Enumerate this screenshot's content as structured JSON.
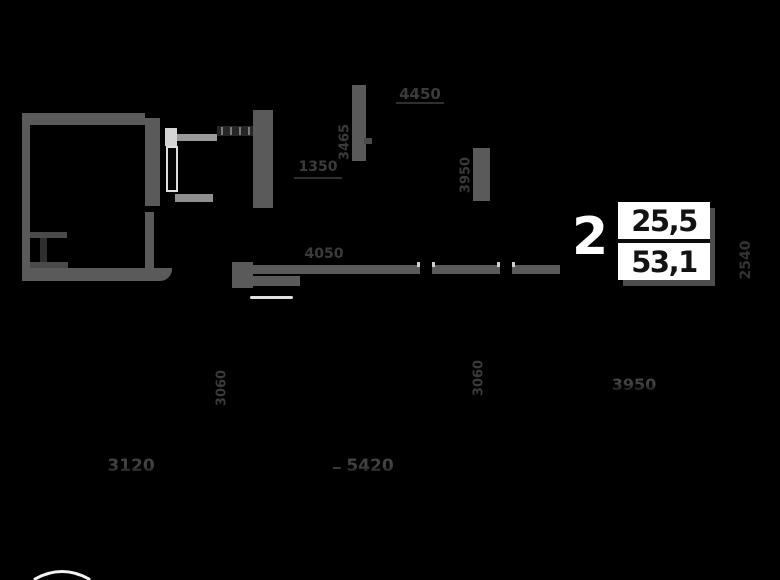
{
  "plan": {
    "unit_label": {
      "rooms": "2",
      "living_area": "25,5",
      "total_area": "53,1"
    },
    "dimensions": {
      "top_width": "4450",
      "hall_width": "1350",
      "kitchen_width": "4050",
      "left_room_height": "3465",
      "right_top_height": "3950",
      "left_center_height": "3060",
      "center_height": "3060",
      "right_width": "3950",
      "far_right_height": "2540",
      "bottom_left_width": "3120",
      "bottom_right_width": "5420"
    },
    "colors": {
      "background": "#000000",
      "wall": "#5a5a5a",
      "dim_text": "#3b3b3b",
      "label_box_bg": "#ffffff",
      "label_box_shadow": "#4d4d4d",
      "label_text": "#121212"
    }
  }
}
